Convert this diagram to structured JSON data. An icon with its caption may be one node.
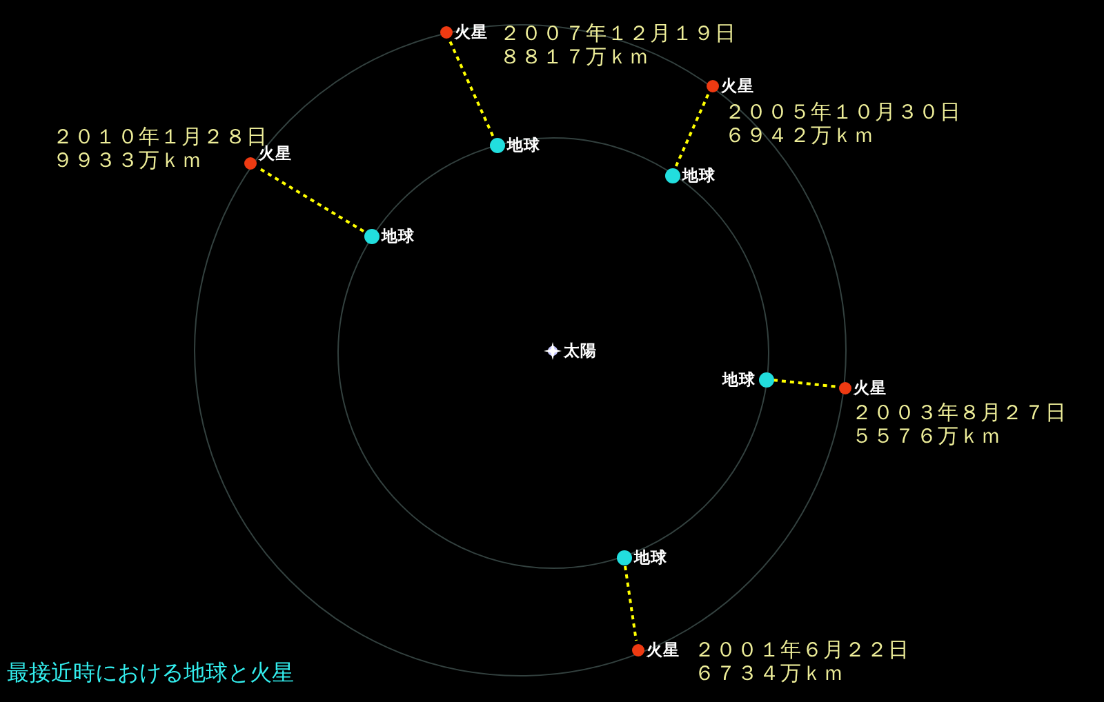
{
  "diagram": {
    "title": "最接近時における地球と火星",
    "nodes": [
      {
        "text": [
          "火星"
        ],
        "beside": [
          "２００７年１２月１９日",
          "８８１７万ｋｍ"
        ]
      },
      {
        "text": [
          "火星"
        ],
        "beside": [
          "２００５年１０月３０日",
          "６９４２万ｋｍ"
        ]
      },
      {
        "text": [
          "地球"
        ]
      },
      {
        "text": [
          "火星"
        ],
        "beside": [
          "２０１０年１月２８日",
          "９９３３万ｋｍ"
        ]
      },
      {
        "text": [
          "地球"
        ]
      },
      {
        "text": [
          "地球"
        ]
      },
      {
        "text": [
          "太陽"
        ]
      },
      {
        "text": [
          "地球"
        ]
      },
      {
        "text": [
          "火星"
        ],
        "beside": [
          "２００３年８月２７日",
          "５５７６万ｋｍ"
        ]
      },
      {
        "text": [
          "地球"
        ]
      },
      {
        "text": [
          "火星"
        ],
        "beside": [
          "２００１年６月２２日",
          "６７３４万ｋｍ"
        ]
      }
    ],
    "edges": [
      {
        "from": 2,
        "to": 0,
        "arrow": "none",
        "style": "dashed"
      },
      {
        "from": 4,
        "to": 1,
        "arrow": "none",
        "style": "dashed"
      },
      {
        "from": 5,
        "to": 3,
        "arrow": "none",
        "style": "dashed"
      },
      {
        "from": 7,
        "to": 8,
        "arrow": "none",
        "style": "dashed"
      },
      {
        "from": 9,
        "to": 10,
        "arrow": "none",
        "style": "dashed"
      }
    ]
  }
}
